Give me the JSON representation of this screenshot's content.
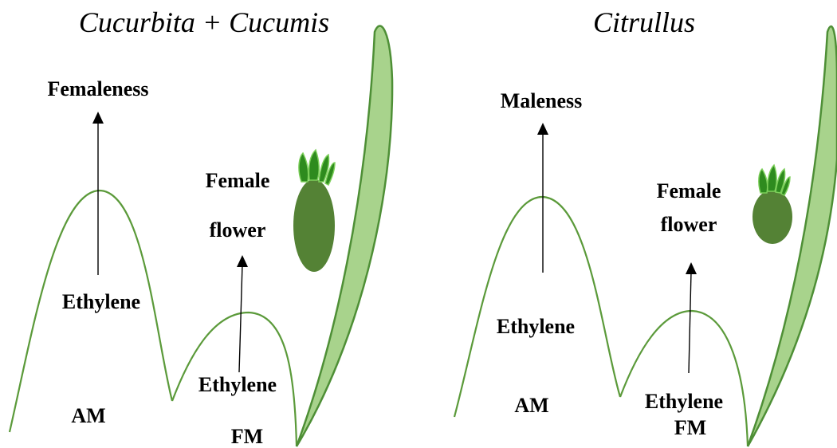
{
  "left_panel": {
    "title": "Cucurbita + Cucumis",
    "top_label": "Femaleness",
    "am_ethylene": "Ethylene",
    "am_label": "AM",
    "fm_ethylene": "Ethylene",
    "fm_label": "FM",
    "flower_label_line1": "Female",
    "flower_label_line2": "flower"
  },
  "right_panel": {
    "title": "Citrullus",
    "top_label": "Maleness",
    "am_ethylene": "Ethylene",
    "am_label": "AM",
    "fm_ethylene": "Ethylene",
    "fm_label": "FM",
    "flower_label_line1": "Female",
    "flower_label_line2": "flower"
  },
  "colors": {
    "meristem_outline": "#5b9a3a",
    "leaf_fill": "#a8d38c",
    "leaf_outline": "#4e8f36",
    "female_flower": "#548235"
  }
}
